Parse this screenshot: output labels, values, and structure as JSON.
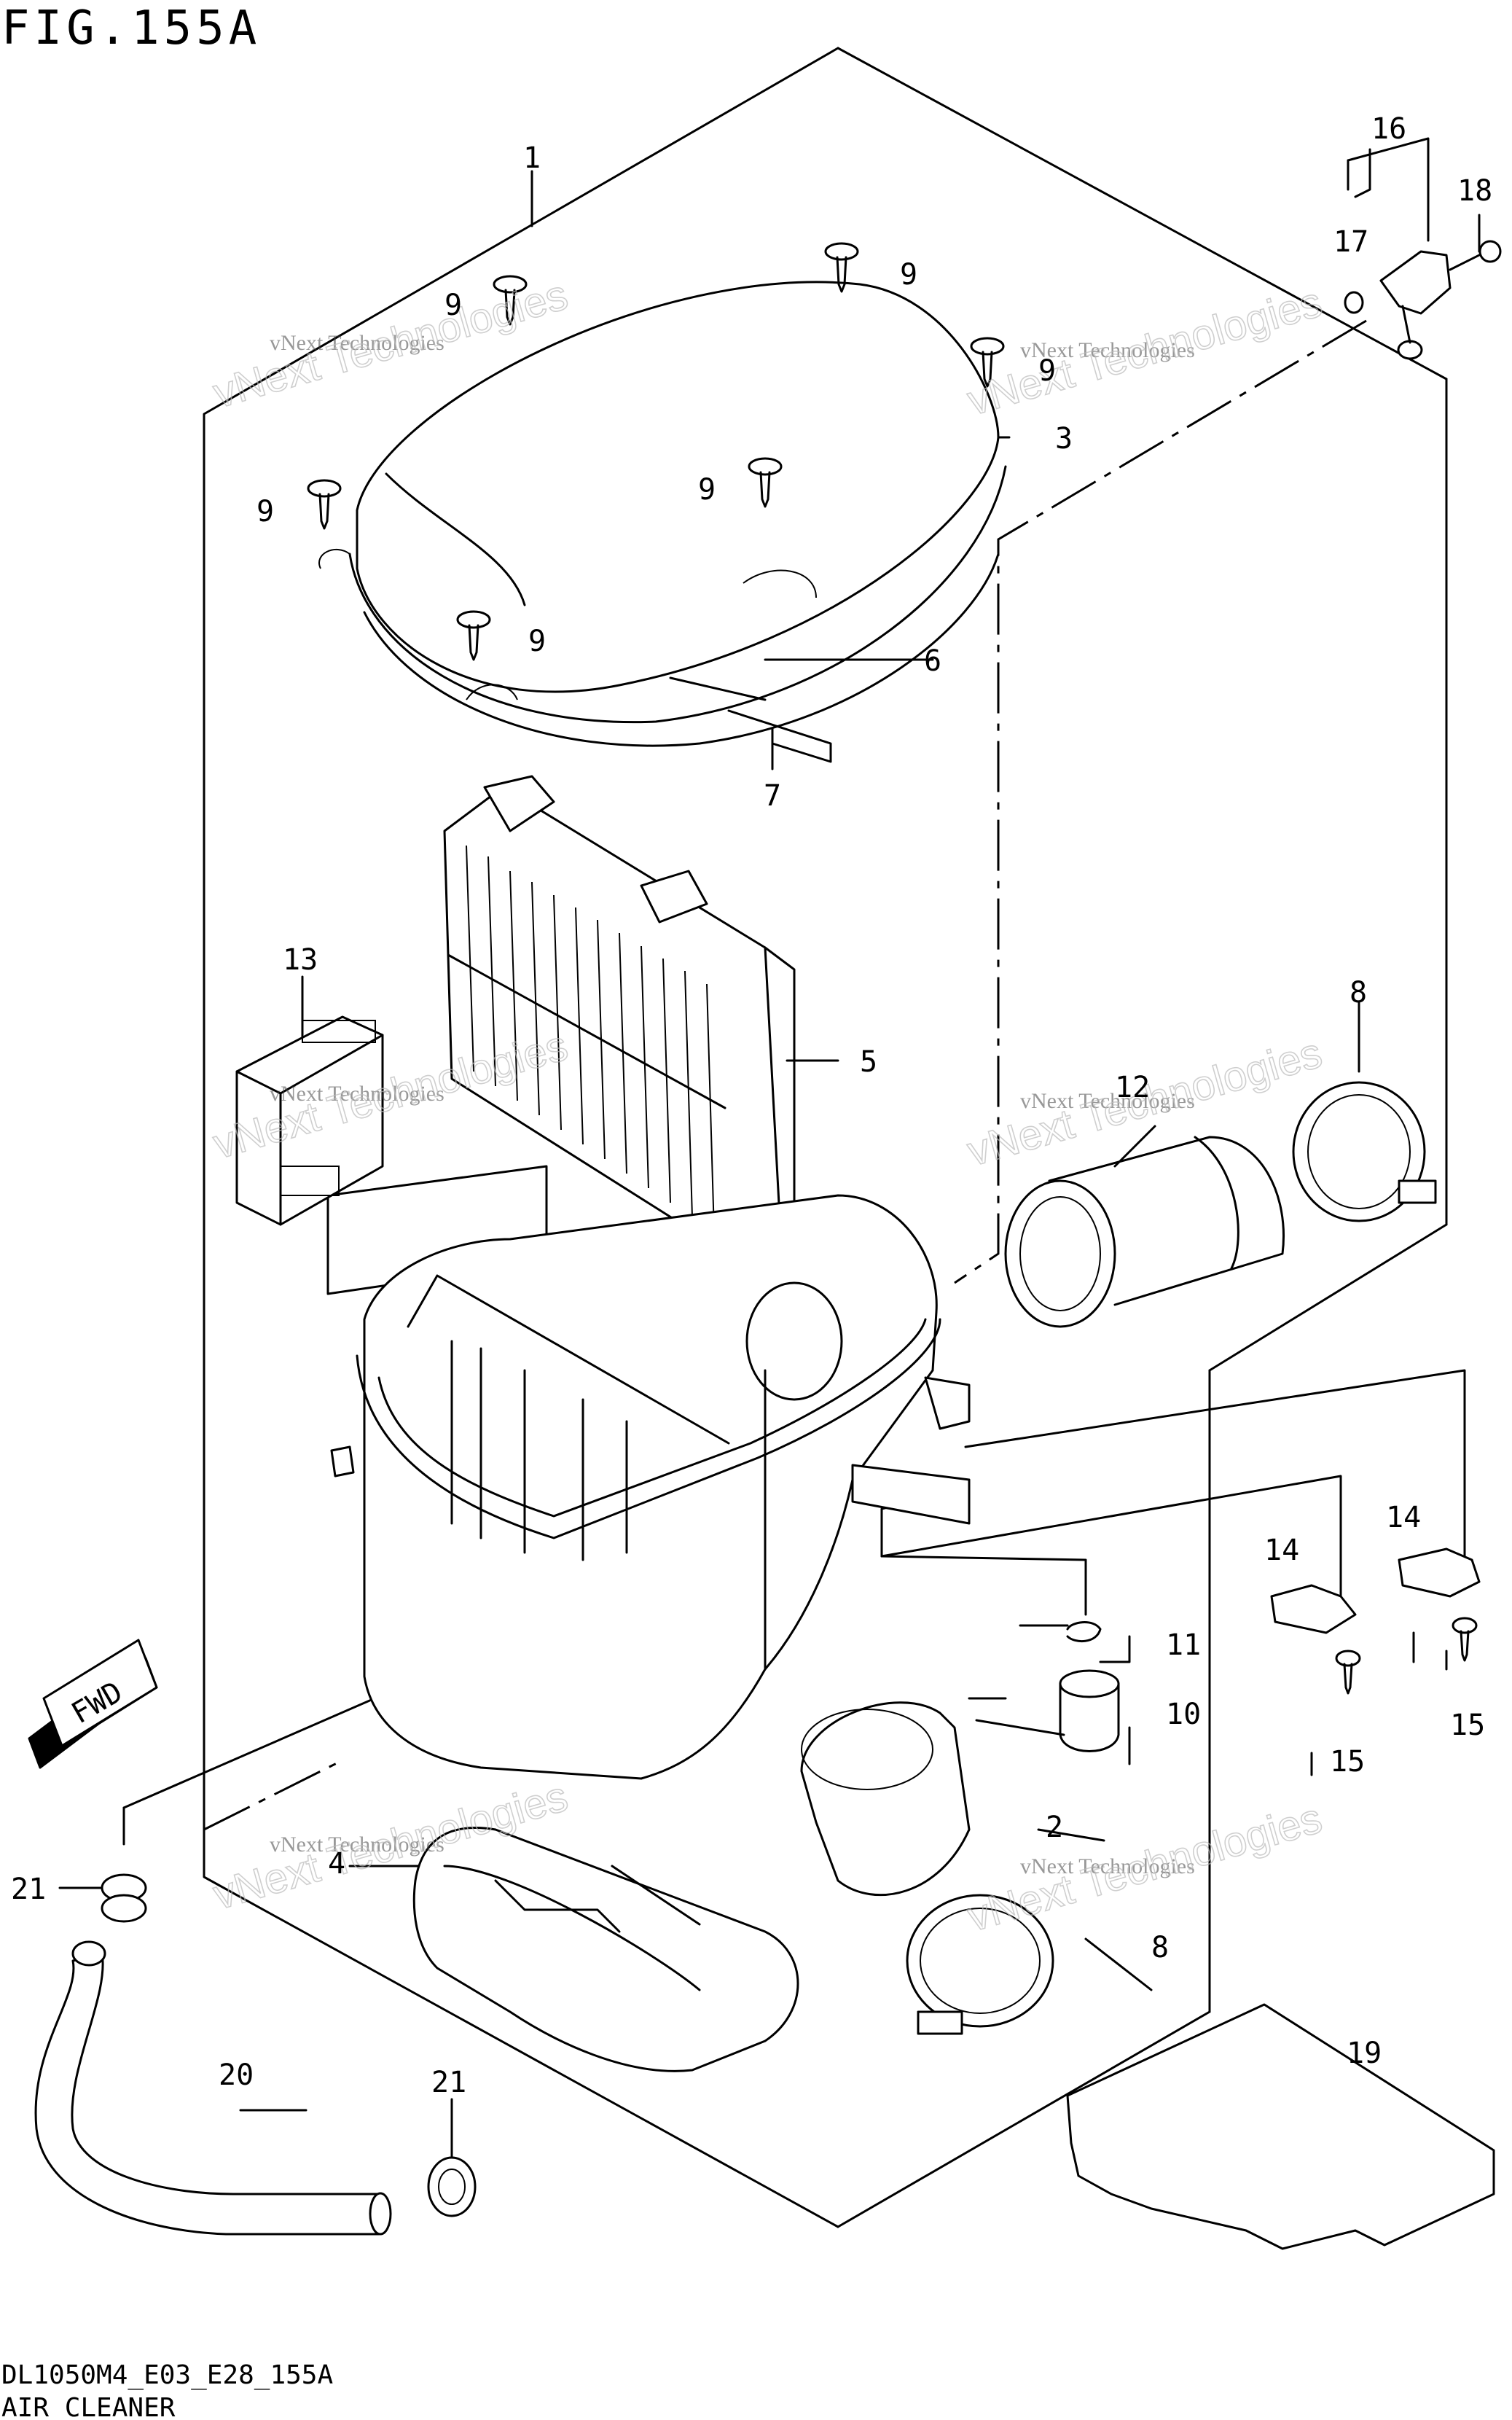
{
  "figure": {
    "title": "FIG.155A",
    "code": "DL1050M4_E03_E28_155A",
    "caption": "AIR CLEANER",
    "direction_badge": "FWD"
  },
  "watermark": {
    "small": "vNext Technologies",
    "large": "vNext Technologies"
  },
  "parts": {
    "p1": "1",
    "p2": "2",
    "p3": "3",
    "p4": "4",
    "p5": "5",
    "p6": "6",
    "p7": "7",
    "p8a": "8",
    "p8b": "8",
    "p9a": "9",
    "p9b": "9",
    "p9c": "9",
    "p9d": "9",
    "p9e": "9",
    "p9f": "9",
    "p10": "10",
    "p11": "11",
    "p12": "12",
    "p13": "13",
    "p14a": "14",
    "p14b": "14",
    "p15a": "15",
    "p15b": "15",
    "p16": "16",
    "p17": "17",
    "p18": "18",
    "p19": "19",
    "p20": "20",
    "p21a": "21",
    "p21b": "21"
  }
}
